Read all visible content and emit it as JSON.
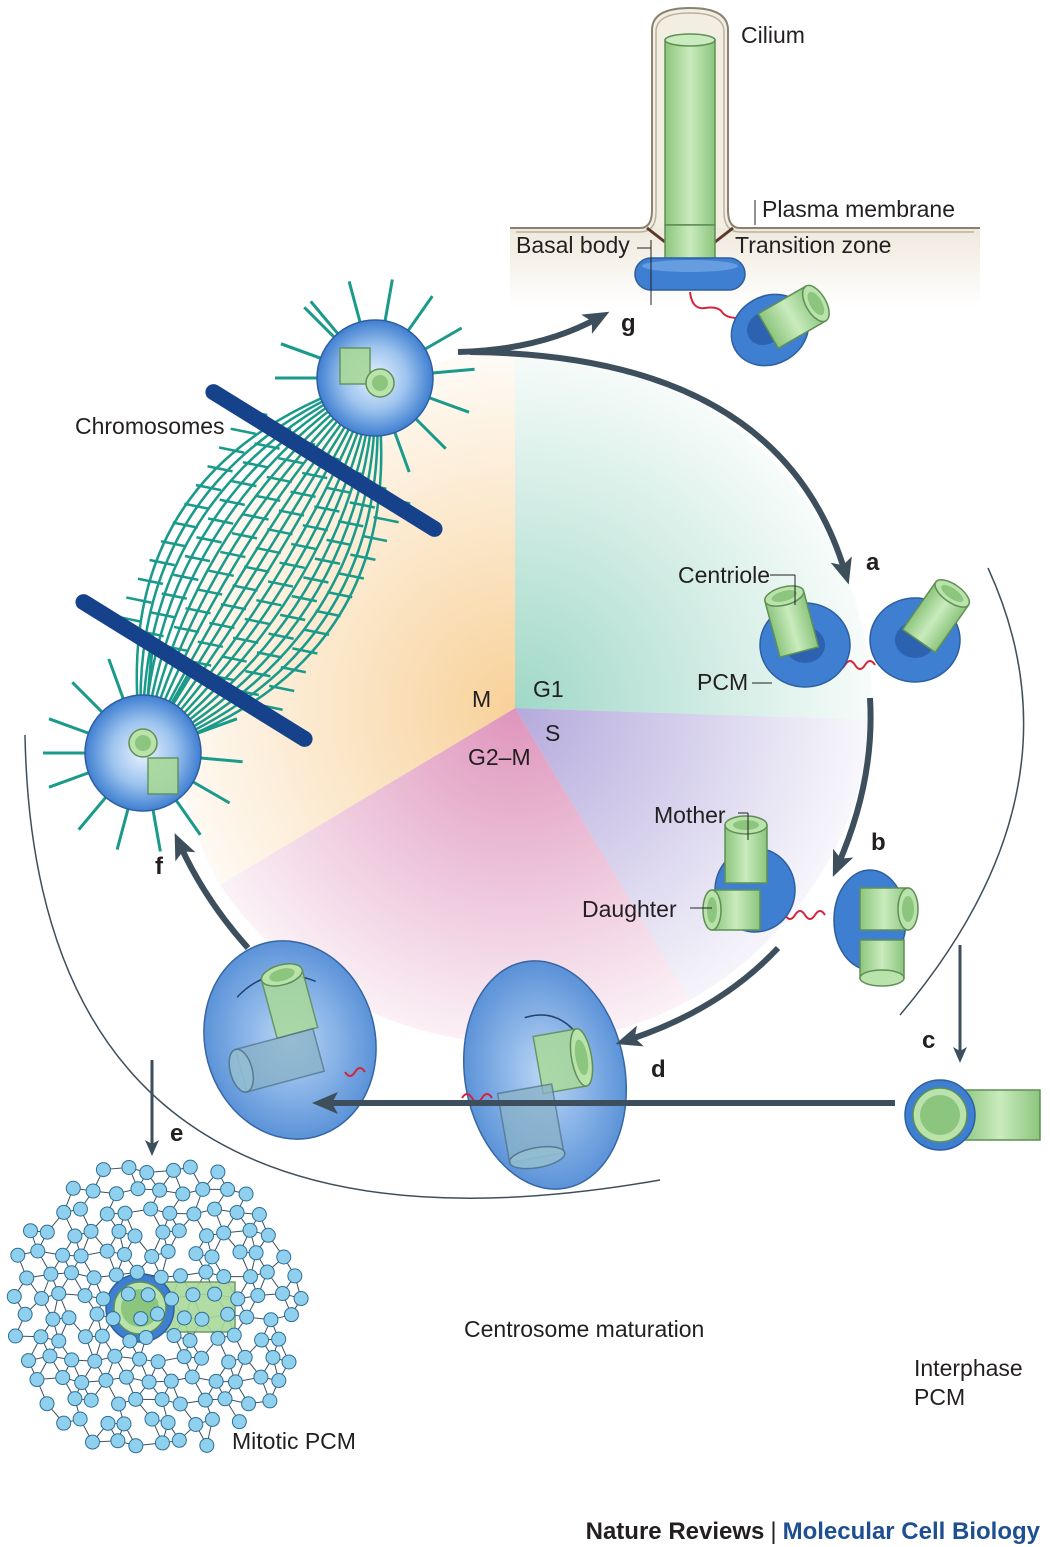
{
  "labels": {
    "cilium": "Cilium",
    "plasma_membrane": "Plasma membrane",
    "basal_body": "Basal body",
    "transition_zone": "Transition zone",
    "chromosomes": "Chromosomes",
    "centriole": "Centriole",
    "pcm": "PCM",
    "mother": "Mother",
    "daughter": "Daughter",
    "centrosome_maturation": "Centrosome maturation",
    "interphase_pcm": [
      "Interphase",
      "PCM"
    ],
    "mitotic_pcm": "Mitotic PCM"
  },
  "phases": {
    "g1": "G1",
    "s": "S",
    "g2m": "G2–M",
    "m": "M"
  },
  "panels": {
    "a": "a",
    "b": "b",
    "c": "c",
    "d": "d",
    "e": "e",
    "f": "f",
    "g": "g"
  },
  "footer": {
    "journal": "Nature Reviews",
    "separator": "|",
    "subject": "Molecular Cell Biology"
  },
  "colors": {
    "arrow": "#3d4f5c",
    "pcm_blue": "#3f7fd1",
    "centriole_green": "#a9d99a",
    "microtubule_teal": "#1a9a8a",
    "chromosome_navy": "#15428a",
    "linker_red": "#d6223a",
    "subject_blue": "#1d4f91"
  }
}
